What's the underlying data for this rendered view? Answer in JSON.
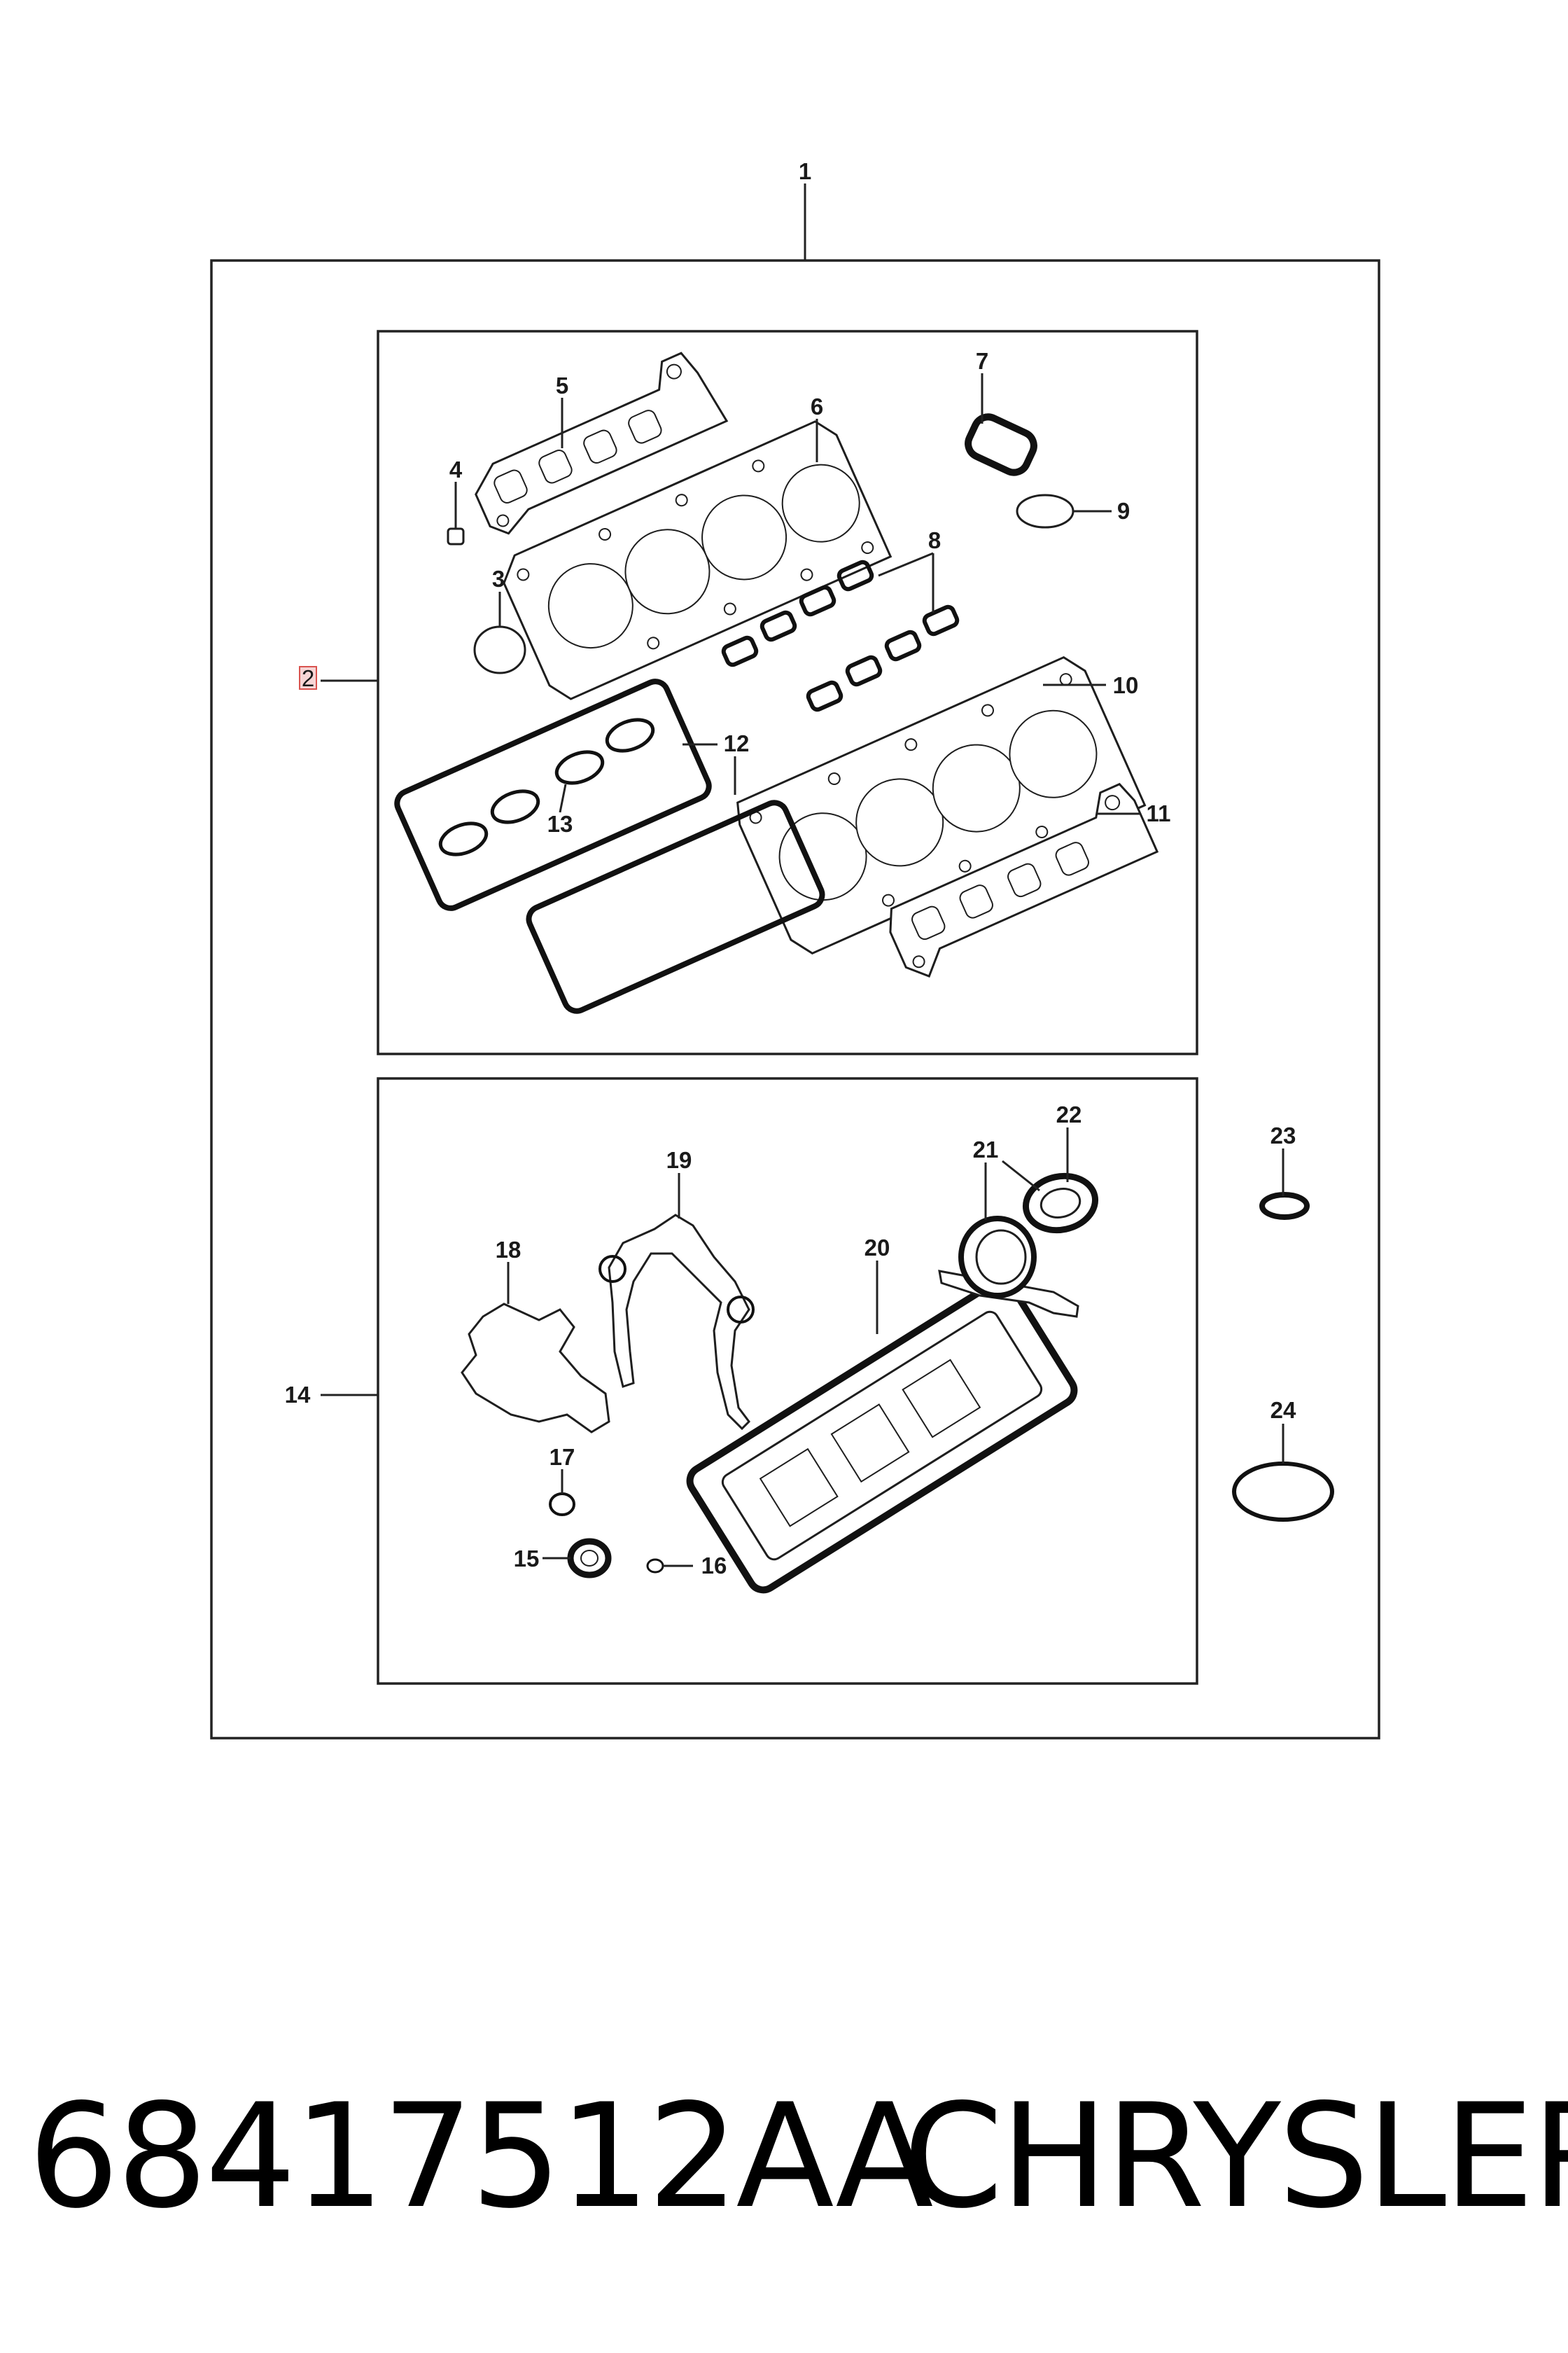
{
  "diagram": {
    "callouts": {
      "c1": "1",
      "c2": "2",
      "c3": "3",
      "c4": "4",
      "c5": "5",
      "c6": "6",
      "c7": "7",
      "c8": "8",
      "c9": "9",
      "c10": "10",
      "c11": "11",
      "c12": "12",
      "c13": "13",
      "c14": "14",
      "c15": "15",
      "c16": "16",
      "c17": "17",
      "c18": "18",
      "c19": "19",
      "c20": "20",
      "c21": "21",
      "c22": "22",
      "c23": "23",
      "c24": "24"
    },
    "highlight_color": "#d9534f"
  },
  "footer": {
    "part_number": "68417512AA",
    "brand": "CHRYSLER"
  }
}
